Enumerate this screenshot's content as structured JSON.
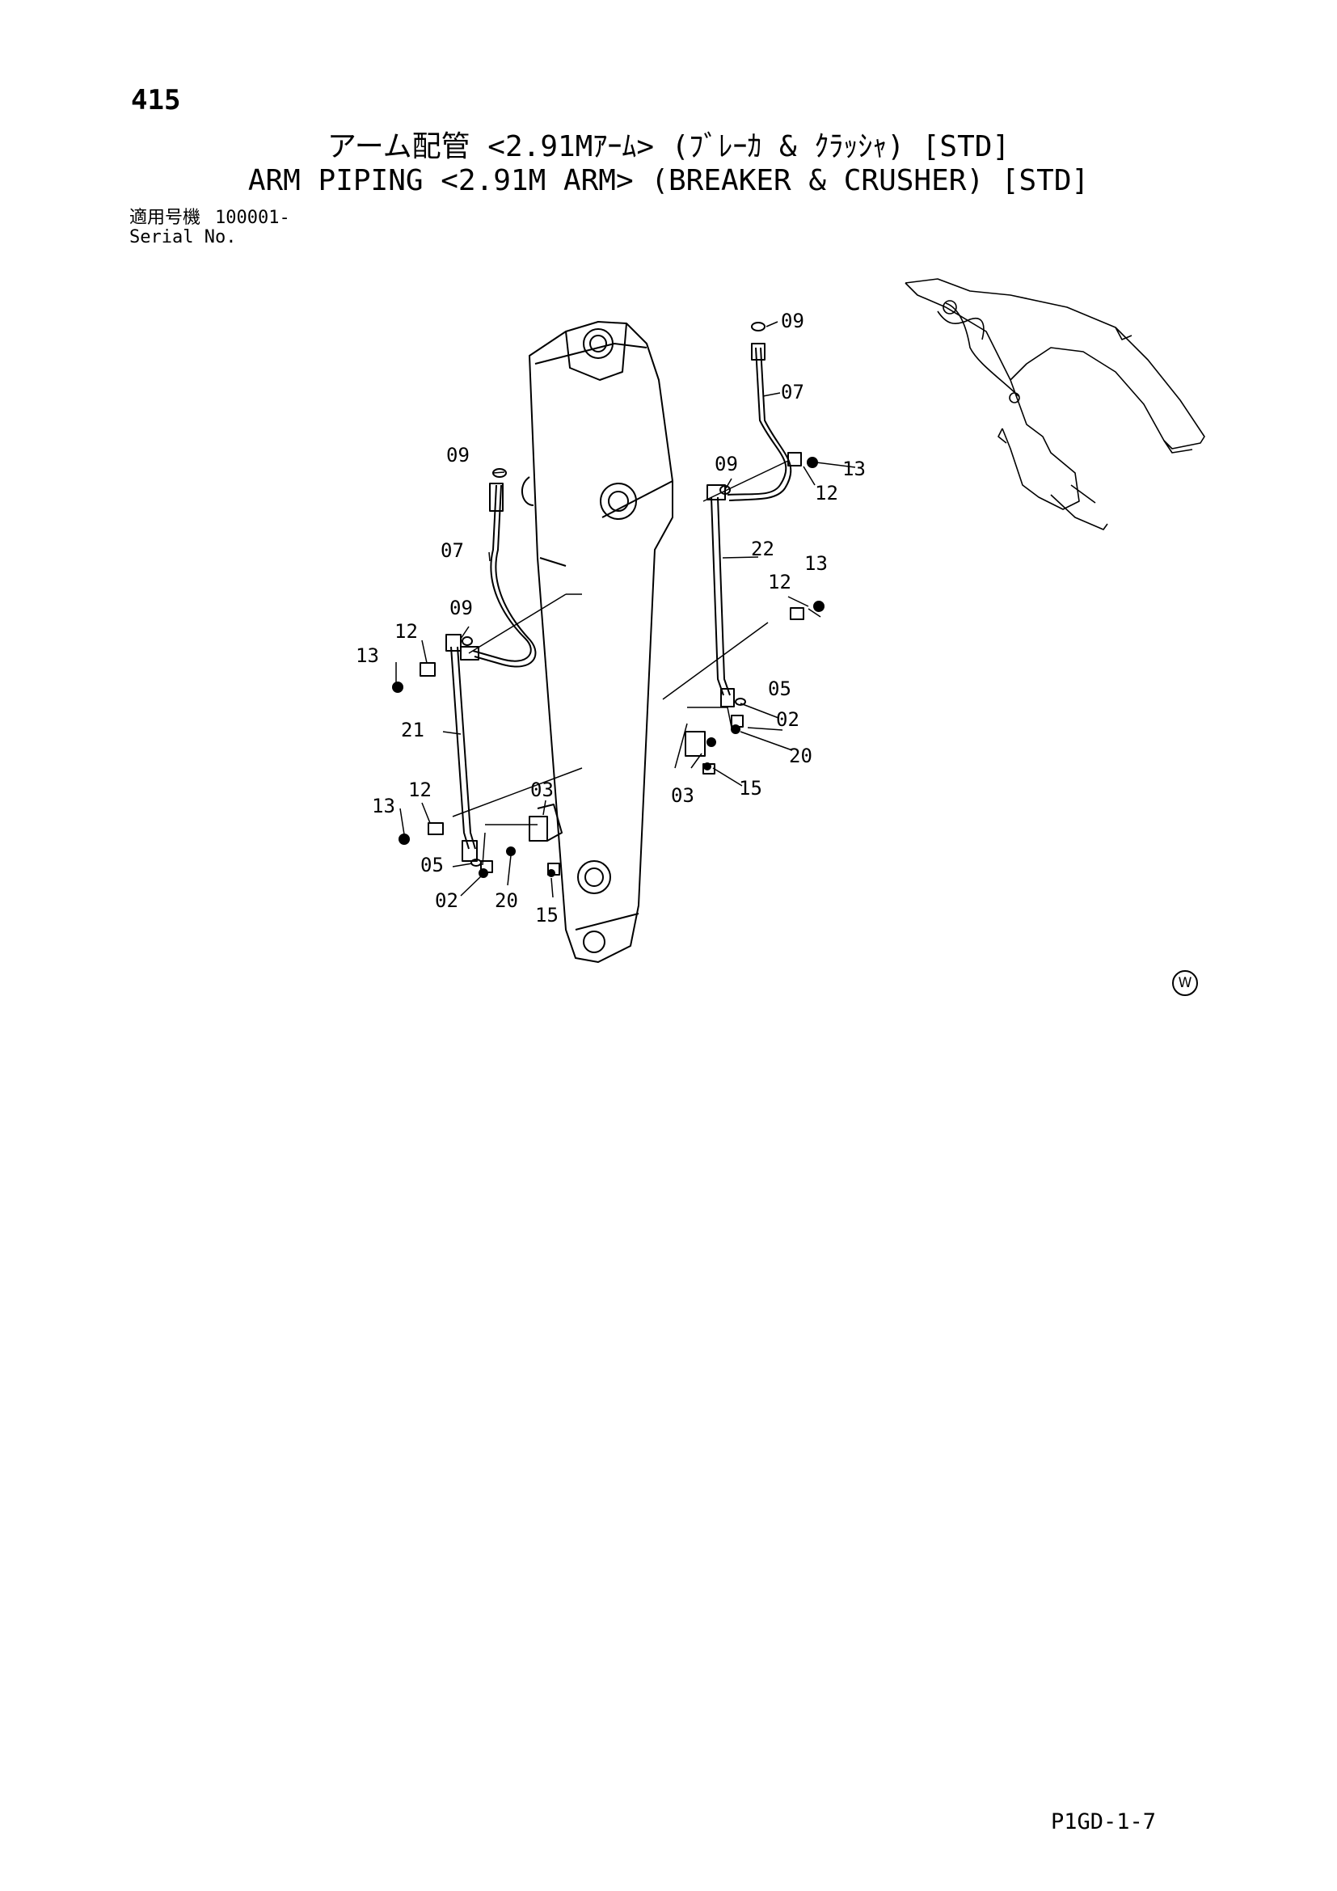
{
  "page_number": "415",
  "title_jp": "アーム配管 <2.91Mｱｰﾑ> (ﾌﾞﾚｰｶ & ｸﾗｯｼｬ) [STD]",
  "title_en": "ARM PIPING <2.91M ARM> (BREAKER & CRUSHER) [STD]",
  "serial": {
    "label_jp": "適用号機",
    "label_en": "Serial No.",
    "value": "100001-"
  },
  "watermark": "W",
  "footer_code": "P1GD-1-7",
  "callouts": [
    "09",
    "07",
    "13",
    "12",
    "09",
    "22",
    "12",
    "13",
    "05",
    "02",
    "20",
    "03",
    "15",
    "09",
    "07",
    "09",
    "12",
    "13",
    "21",
    "12",
    "13",
    "03",
    "05",
    "02",
    "20",
    "15"
  ]
}
